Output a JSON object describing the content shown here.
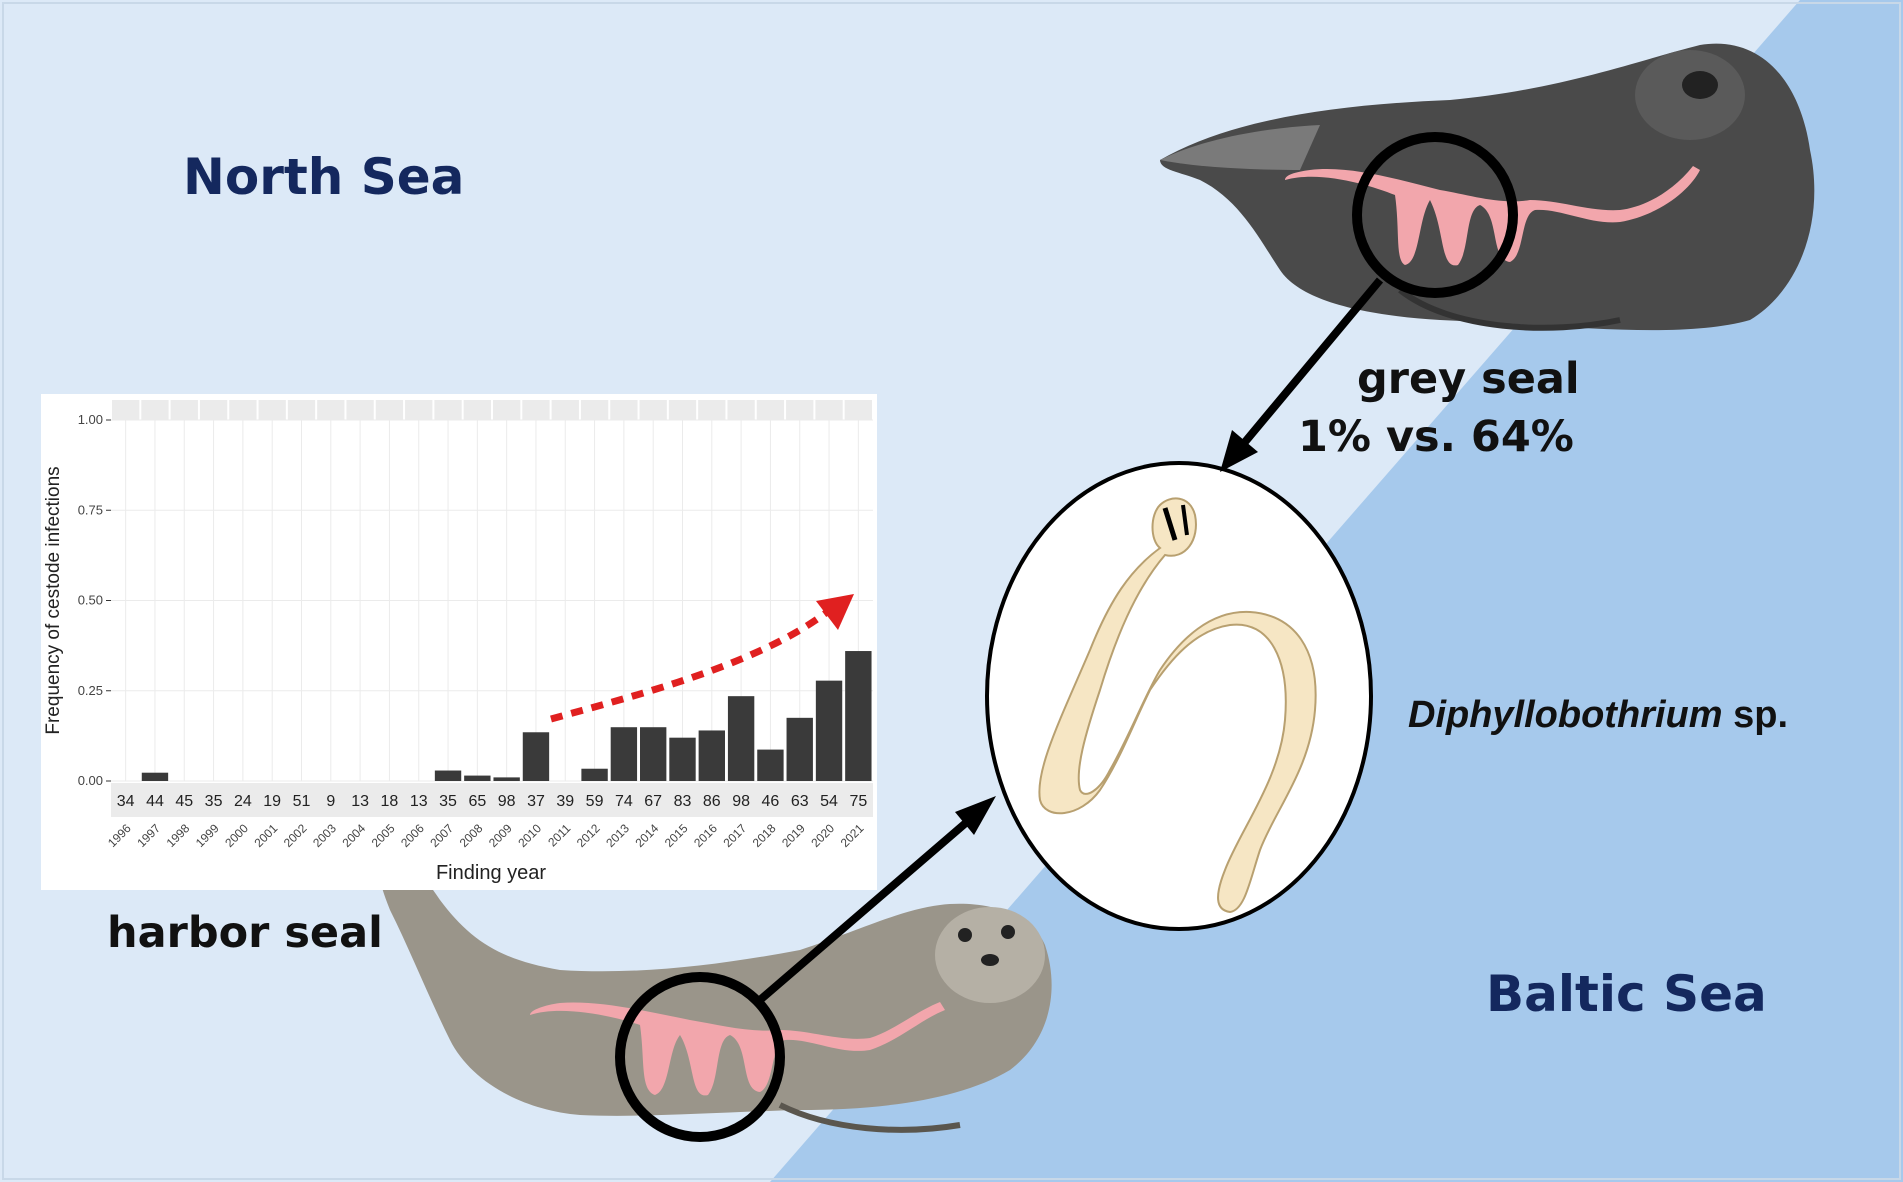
{
  "labels": {
    "north_sea": "North Sea",
    "baltic_sea": "Baltic Sea",
    "grey_seal": "grey seal",
    "grey_seal_stat": "1% vs. 64%",
    "harbor_seal": "harbor seal",
    "species_genus": "Diphyllobothrium",
    "species_suffix": "sp."
  },
  "colors": {
    "north_sea_bg": "#dce9f7",
    "baltic_sea_bg": "#a6c9ec",
    "region_text": "#14285e",
    "intestine": "#f2a6ac",
    "grey_seal_body": "#4a4a4a",
    "harbor_seal_body": "#9a958a",
    "bar": "#3a3a3a",
    "trend_arrow": "#e02020",
    "worm": "#f6e6c4"
  },
  "chart_data": {
    "type": "bar",
    "xlabel": "Finding year",
    "ylabel": "Frequency of cestode infections",
    "ylim": [
      0,
      1
    ],
    "yticks": [
      "0.00",
      "0.25",
      "0.50",
      "0.75",
      "1.00"
    ],
    "categories": [
      "1996",
      "1997",
      "1998",
      "1999",
      "2000",
      "2001",
      "2002",
      "2003",
      "2004",
      "2005",
      "2006",
      "2007",
      "2008",
      "2009",
      "2010",
      "2011",
      "2012",
      "2013",
      "2014",
      "2015",
      "2016",
      "2017",
      "2018",
      "2019",
      "2020",
      "2021"
    ],
    "values": [
      0,
      0.023,
      0,
      0,
      0,
      0,
      0,
      0,
      0,
      0,
      0,
      0.029,
      0.015,
      0.01,
      0.135,
      0,
      0.034,
      0.149,
      0.149,
      0.12,
      0.14,
      0.235,
      0.087,
      0.175,
      0.278,
      0.36
    ],
    "sample_sizes": [
      "34",
      "44",
      "45",
      "35",
      "24",
      "19",
      "51",
      "9",
      "13",
      "18",
      "13",
      "35",
      "65",
      "98",
      "37",
      "39",
      "59",
      "74",
      "67",
      "83",
      "86",
      "98",
      "46",
      "63",
      "54",
      "75"
    ],
    "grid": true,
    "trend": "increasing"
  }
}
